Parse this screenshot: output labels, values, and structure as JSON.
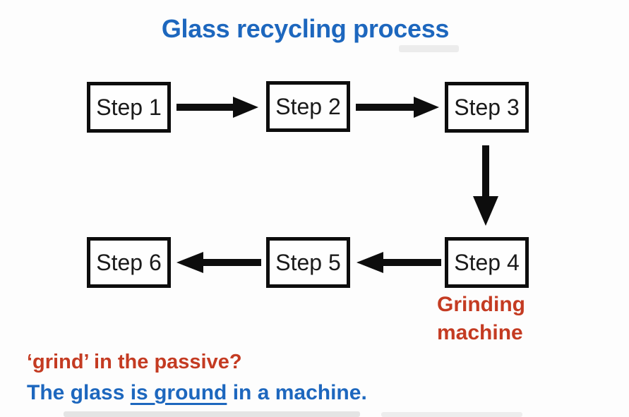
{
  "title": {
    "text": "Glass recycling process"
  },
  "colors": {
    "title_blue": "#1d67be",
    "accent_red": "#c43b22",
    "diagram_black": "#0d0d0d"
  },
  "diagram": {
    "steps": [
      {
        "label": "Step 1"
      },
      {
        "label": "Step 2"
      },
      {
        "label": "Step 3"
      },
      {
        "label": "Step 4"
      },
      {
        "label": "Step 5"
      },
      {
        "label": "Step 6"
      }
    ],
    "connections": [
      {
        "from": "Step 1",
        "to": "Step 2",
        "direction": "right"
      },
      {
        "from": "Step 2",
        "to": "Step 3",
        "direction": "right"
      },
      {
        "from": "Step 3",
        "to": "Step 4",
        "direction": "down"
      },
      {
        "from": "Step 4",
        "to": "Step 5",
        "direction": "left"
      },
      {
        "from": "Step 5",
        "to": "Step 6",
        "direction": "left"
      }
    ],
    "step4_annotation": {
      "line1": "Grinding",
      "line2": "machine"
    }
  },
  "caption": {
    "question": "‘grind’ in the passive?",
    "answer_prefix": "The glass ",
    "answer_underlined": "is ground",
    "answer_suffix": " in a machine."
  }
}
